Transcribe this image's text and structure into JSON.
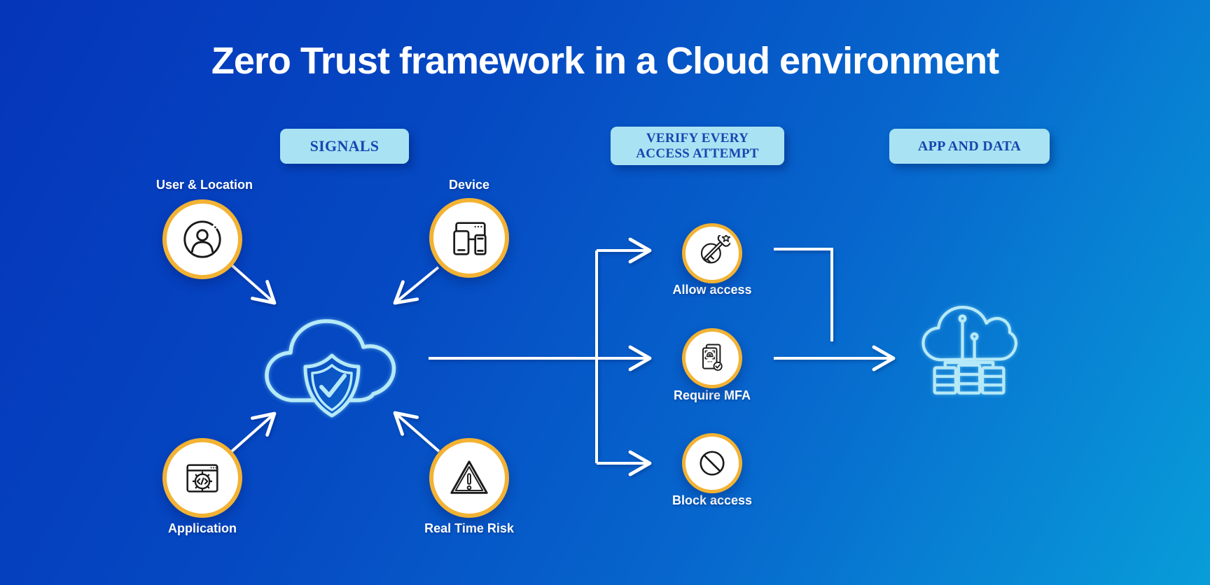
{
  "title": "Zero Trust framework in a Cloud environment",
  "stages": {
    "signals": "SIGNALS",
    "verify": "VERIFY EVERY\nACCESS ATTEMPT",
    "app_and_data": "APP AND DATA"
  },
  "signal_nodes": [
    {
      "label": "User & Location",
      "icon": "user-location-icon"
    },
    {
      "label": "Device",
      "icon": "device-icon"
    },
    {
      "label": "Application",
      "icon": "application-icon"
    },
    {
      "label": "Real Time Risk",
      "icon": "real-time-risk-icon"
    }
  ],
  "hub": {
    "icon": "cloud-shield-check-icon"
  },
  "decision_nodes": [
    {
      "label": "Allow access",
      "icon": "key-star-icon"
    },
    {
      "label": "Require MFA",
      "icon": "mfa-scan-check-icon"
    },
    {
      "label": "Block access",
      "icon": "block-icon"
    }
  ],
  "destination": {
    "icon": "cloud-servers-icon"
  },
  "colors": {
    "background_top_left": "#0535ba",
    "background_bottom_right": "#089dd9",
    "badge_background": "#a9e2f3",
    "badge_text": "#1746af",
    "node_ring": "#f2b233",
    "node_background": "#ffffff",
    "node_icon_stroke": "#1a1a1a",
    "cloud_icon_stroke": "#b6e9f8",
    "arrow": "#ffffff",
    "label_text": "#ffffff"
  }
}
